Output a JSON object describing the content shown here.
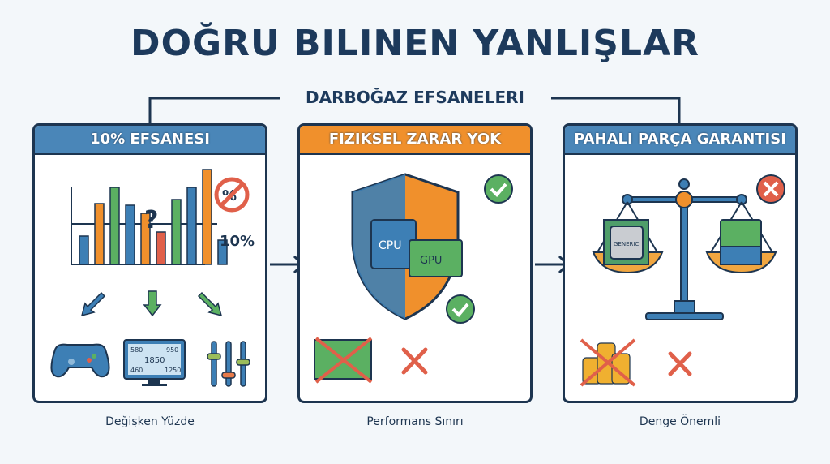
{
  "title": "DOĞRU BILINEN YANLIŞLAR",
  "subtitle": "DARBOĞAZ EFSANELERI",
  "panels": [
    {
      "header": "10% EFSANESI",
      "header_color": "#4a86b8",
      "caption": "Değişken Yüzde",
      "threshold_label": "10%",
      "monitor_values": [
        "580",
        "950",
        "1850",
        "460",
        "1250"
      ]
    },
    {
      "header": "FIZIKSEL ZARAR YOK",
      "header_color": "#f0902c",
      "caption": "Performans Sınırı",
      "chip_labels": [
        "CPU",
        "GPU"
      ]
    },
    {
      "header": "PAHALI PARÇA GARANTISI",
      "header_color": "#4a86b8",
      "caption": "Denge Önemli",
      "chip_label": "GENERIC"
    }
  ],
  "colors": {
    "navy": "#1d3550",
    "blue": "#3d7fb5",
    "orange": "#f0902c",
    "green": "#5bb062",
    "red": "#e0604a"
  }
}
